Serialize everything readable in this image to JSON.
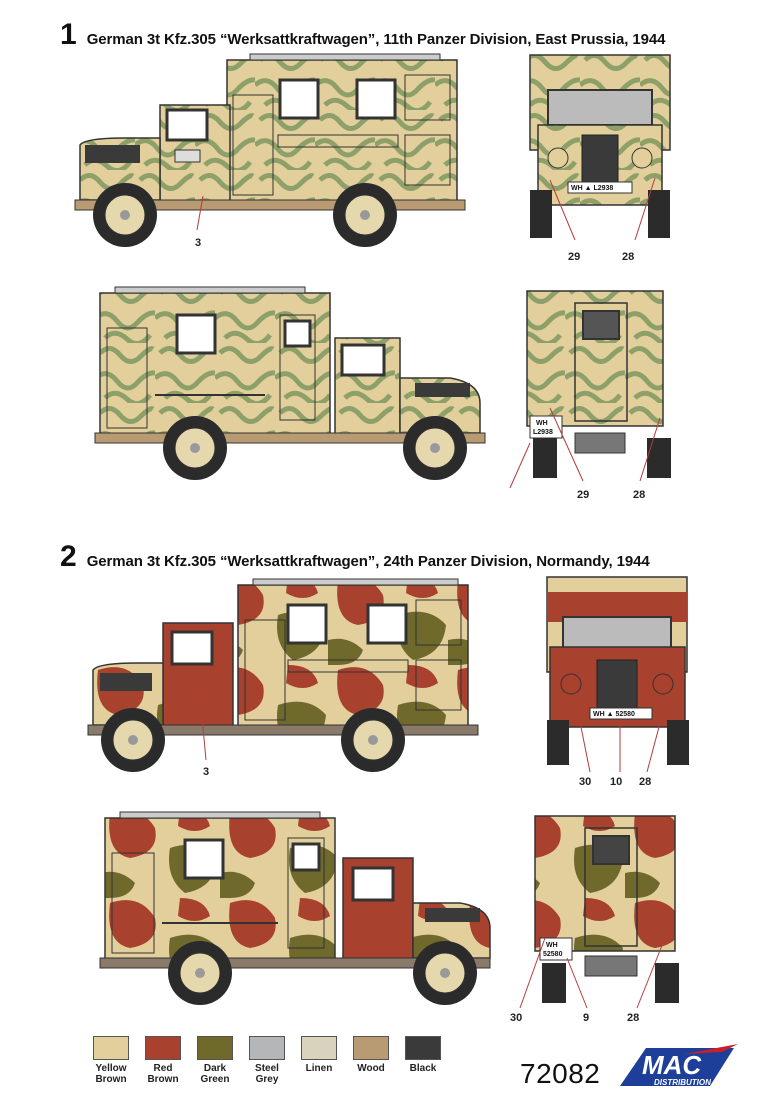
{
  "schemes": [
    {
      "number": "1",
      "title": "German 3t Kfz.305 “Werksattkraftwagen”, 11th Panzer Division, East Prussia, 1944",
      "plate": "WH ▲ L2938",
      "plate_rear_line1": "WH",
      "plate_rear_line2": "L2938",
      "callouts": {
        "side_left": "3",
        "front_a": "29",
        "front_b": "28",
        "rear_a": "29",
        "rear_b": "28"
      }
    },
    {
      "number": "2",
      "title": "German 3t Kfz.305 “Werksattkraftwagen”, 24th Panzer Division, Normandy, 1944",
      "plate": "WH ▲ 52580",
      "plate_rear_line1": "WH",
      "plate_rear_line2": "52580",
      "callouts": {
        "side_left": "3",
        "front_a": "30",
        "front_b": "10",
        "front_c": "28",
        "rear_a": "30",
        "rear_b": "9",
        "rear_c": "28"
      }
    }
  ],
  "legend": [
    {
      "label_line1": "Yellow",
      "label_line2": "Brown",
      "color": "#e3cf9b"
    },
    {
      "label_line1": "Red",
      "label_line2": "Brown",
      "color": "#a8412e"
    },
    {
      "label_line1": "Dark",
      "label_line2": "Green",
      "color": "#6f6a2c"
    },
    {
      "label_line1": "Steel",
      "label_line2": "Grey",
      "color": "#b4b6b8"
    },
    {
      "label_line1": "Linen",
      "label_line2": "",
      "color": "#d9d2bd"
    },
    {
      "label_line1": "Wood",
      "label_line2": "",
      "color": "#b99b73"
    },
    {
      "label_line1": "Black",
      "label_line2": "",
      "color": "#3a3a3a"
    }
  ],
  "catalog_number": "72082",
  "logo": {
    "brand": "MAC",
    "subtitle": "DISTRIBUTION"
  },
  "colors": {
    "sand": "#e3cf9b",
    "green": "#8ea06a",
    "red": "#a8412e",
    "olive": "#6f6a2c",
    "tire": "#2b2b2b",
    "hub": "#e6d8ad"
  }
}
